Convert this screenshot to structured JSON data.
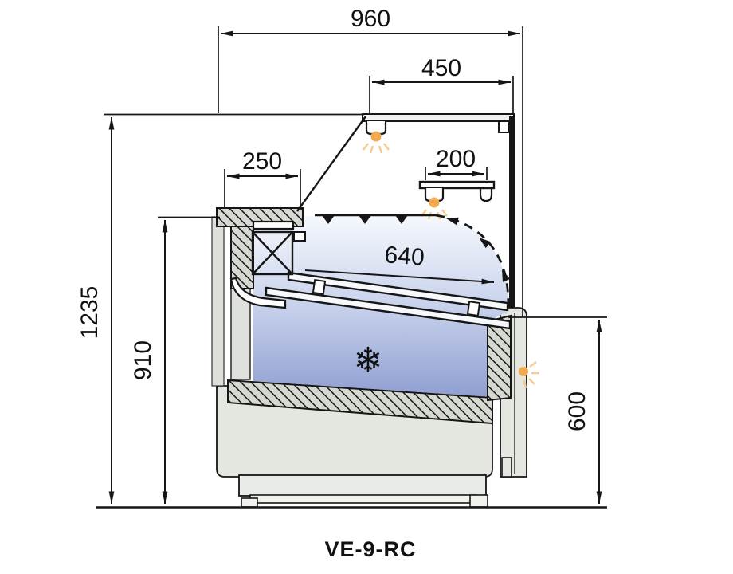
{
  "title": "VE-9-RC",
  "dimensions": {
    "total_width": "960",
    "canopy_width": "450",
    "worktop_depth": "250",
    "shelf_depth": "200",
    "display_deck": "640",
    "total_height": "1235",
    "worktop_height": "910",
    "rear_height": "600"
  },
  "icons": {
    "snowflake_glyph": "❄"
  },
  "colors": {
    "line": "#161616",
    "body_grey": "#e4e6e0",
    "hatch_grey": "#d6d9d2",
    "glass_blue_top": "#f5f8fc",
    "glass_blue_bottom": "#8f9fd1",
    "snowflake": "#6b5ca6",
    "lamp": "#f2a94f",
    "lamp_rays": "#f7ca8e"
  }
}
